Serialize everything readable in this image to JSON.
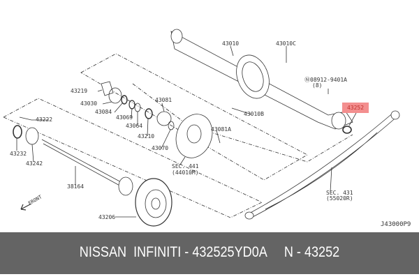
{
  "diagram": {
    "labels": {
      "p43010": "43010",
      "p43010c": "43010C",
      "p08912": "Ⓝ08912-9401A",
      "p08912_qty": "(8)",
      "p43252": "43252",
      "p43010b": "43010B",
      "p43081a": "43081A",
      "sec431": "SEC. 431",
      "sec431_sub": "(55020R)",
      "p43219": "43219",
      "p43030": "43030",
      "p43084": "43084",
      "p43069": "43069",
      "p43064": "43064",
      "p43081": "43081",
      "p43210": "43210",
      "p43070": "43070",
      "sec441": "SEC. 441",
      "sec441_sub": "(44010M)",
      "p43222": "43222",
      "p43232": "43232",
      "p43242": "43242",
      "p38164": "38164",
      "p43206": "43206",
      "front": "FRONT",
      "drawing_id": "J43000P9"
    },
    "highlight_color": "#f38f8f"
  },
  "footer": {
    "text": "NISSAN  INFINITI - 432525YD0A     N - 43252",
    "background": "#646464"
  }
}
